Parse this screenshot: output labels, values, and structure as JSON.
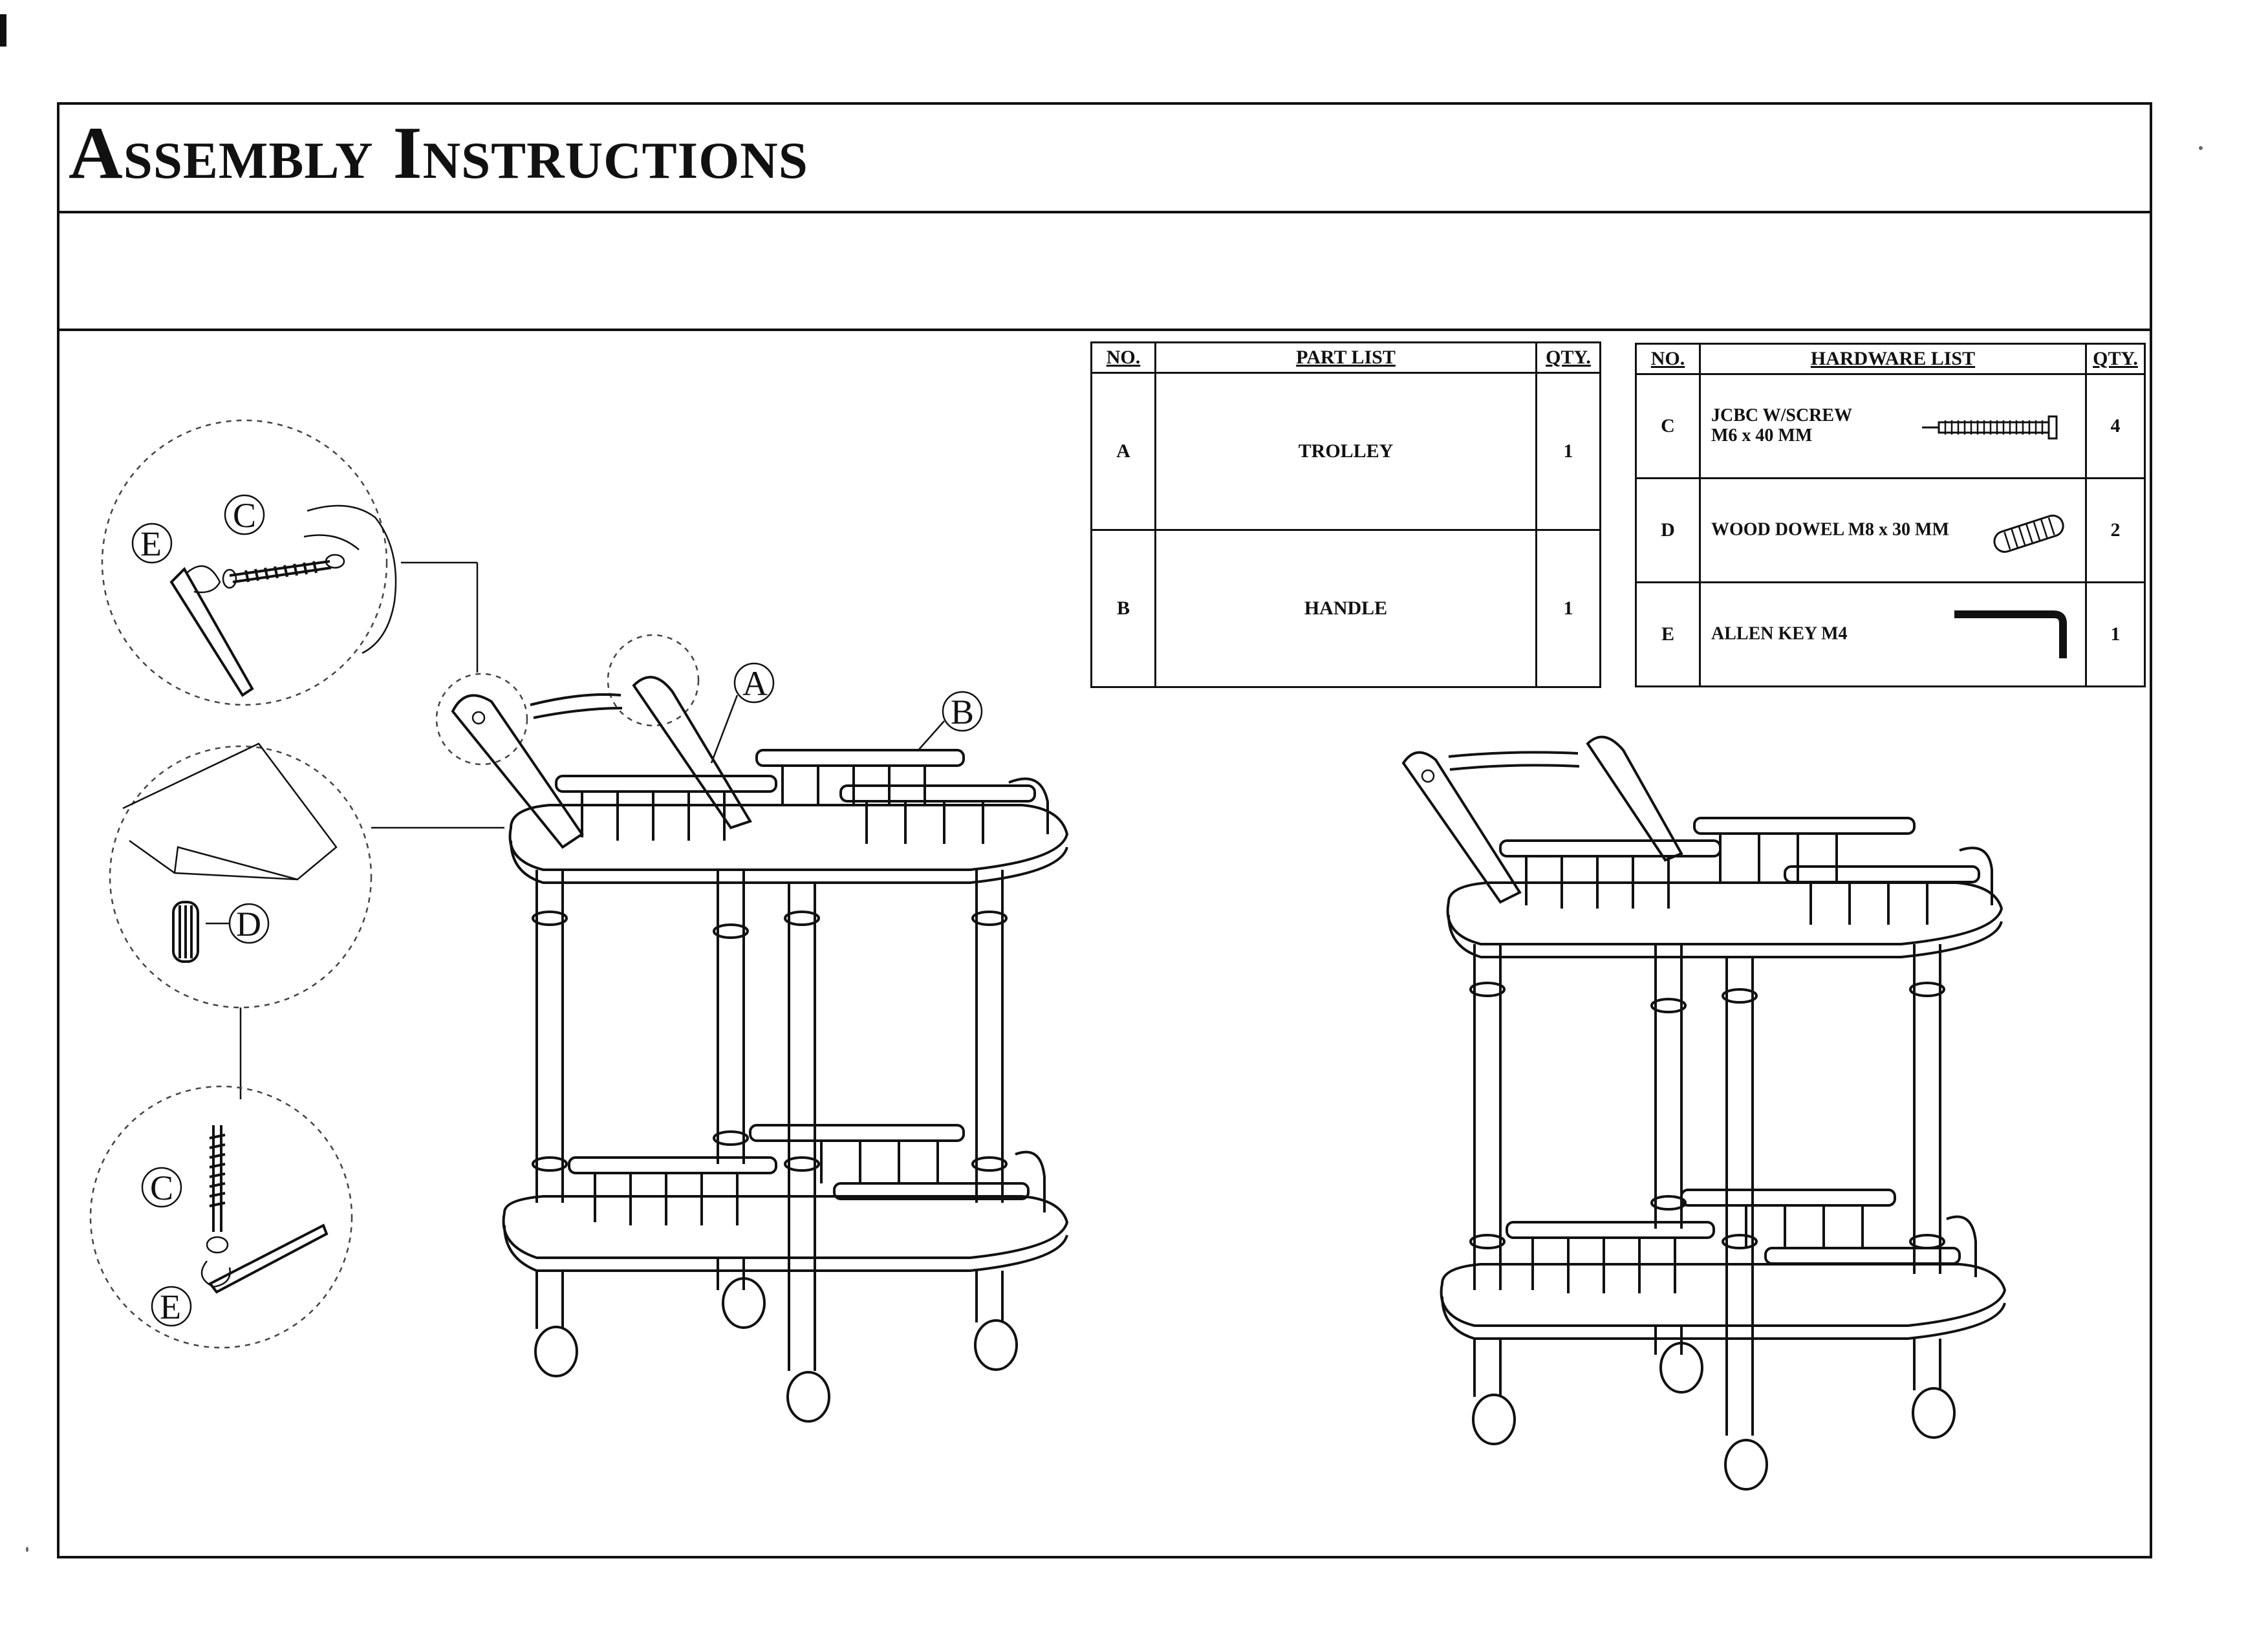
{
  "title": "Assembly Instructions",
  "part_list": {
    "headers": {
      "no": "NO.",
      "name": "PART LIST",
      "qty": "QTY."
    },
    "rows": [
      {
        "no": "A",
        "name": "TROLLEY",
        "qty": "1"
      },
      {
        "no": "B",
        "name": "HANDLE",
        "qty": "1"
      }
    ]
  },
  "hardware_list": {
    "headers": {
      "no": "NO.",
      "name": "HARDWARE LIST",
      "qty": "QTY."
    },
    "rows": [
      {
        "no": "C",
        "name_line1": "JCBC W/SCREW",
        "name_line2": "M6 x 40 MM",
        "qty": "4",
        "icon": "screw-icon"
      },
      {
        "no": "D",
        "name_line1": "WOOD DOWEL M8 x 30 MM",
        "name_line2": "",
        "qty": "2",
        "icon": "dowel-icon"
      },
      {
        "no": "E",
        "name_line1": "ALLEN KEY M4",
        "name_line2": "",
        "qty": "1",
        "icon": "allen-key-icon"
      }
    ]
  },
  "callouts": {
    "a": "A",
    "b": "B",
    "c": "C",
    "d": "D",
    "e": "E"
  }
}
